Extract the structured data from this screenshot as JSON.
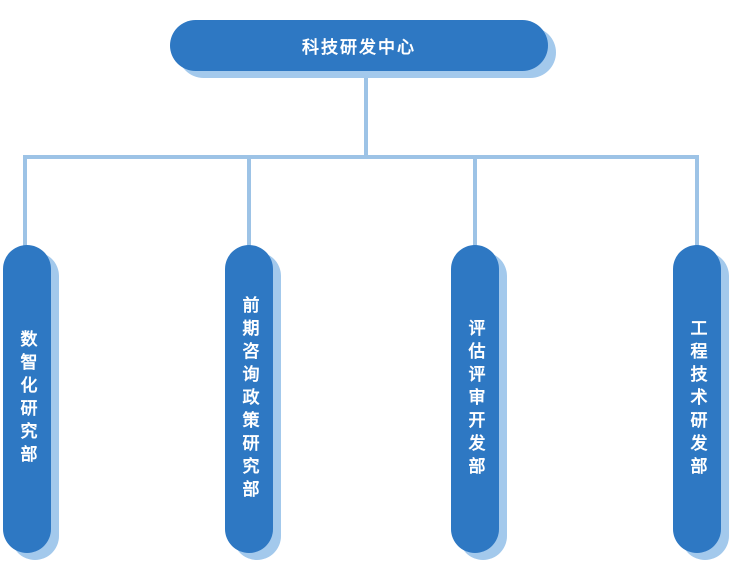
{
  "org_chart": {
    "root": {
      "label": "科技研发中心"
    },
    "departments": [
      {
        "label": "数智化研究部"
      },
      {
        "label": "前期咨询政策研究部"
      },
      {
        "label": "评估评审开发部"
      },
      {
        "label": "工程技术研发部"
      }
    ],
    "colors": {
      "node_fill": "#2E78C3",
      "node_shadow": "#A3C9EC",
      "connector": "#9DC3E6",
      "node_text": "#FFFFFF",
      "background": "#FFFFFF"
    }
  }
}
